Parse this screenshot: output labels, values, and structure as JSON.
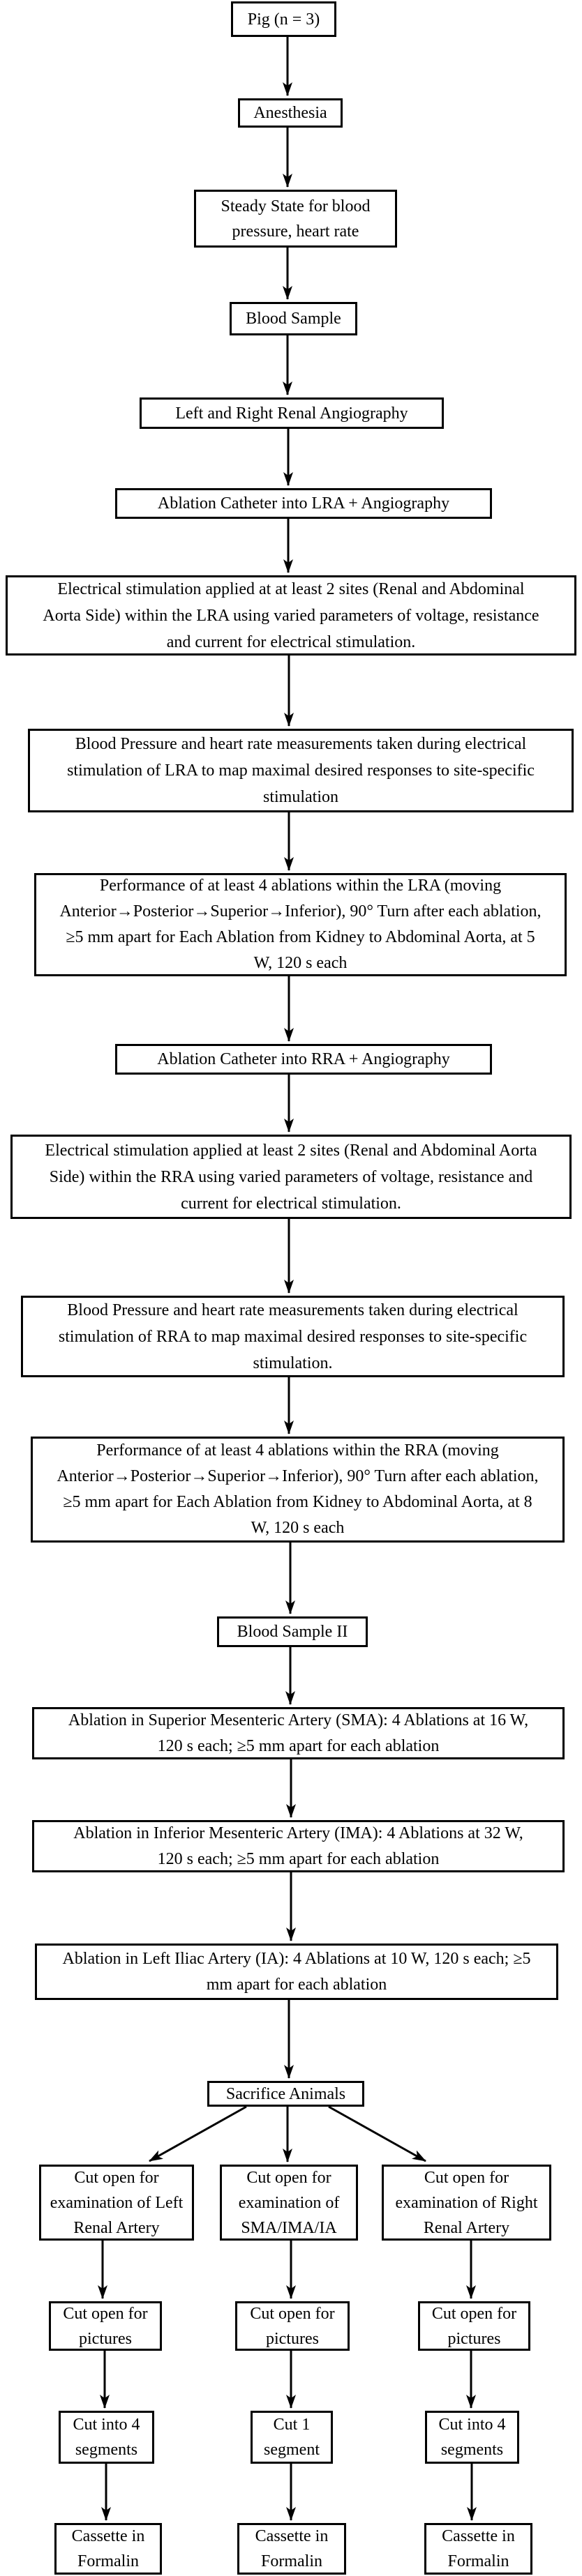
{
  "figure": {
    "type": "flowchart",
    "background_color": "#ffffff",
    "line_color": "#000000",
    "box_fill": "#ffffff"
  },
  "nodes": {
    "pig": "Pig (n = 3)",
    "anesthesia": "Anesthesia",
    "steady_state": "Steady State for blood pressure, heart rate",
    "blood_sample": "Blood Sample",
    "lr_renal_angiography": "Left and Right Renal Angiography",
    "catheter_lra": "Ablation Catheter into LRA + Angiography",
    "estim_lra": "Electrical stimulation applied at at least 2 sites (Renal and Abdominal Aorta Side) within the LRA using varied parameters of voltage, resistance and current for electrical stimulation.",
    "bp_lra": "Blood Pressure and heart rate measurements taken during electrical stimulation of LRA to map maximal desired responses to site-specific stimulation",
    "perf_lra": "Performance of at least 4 ablations within the LRA (moving Anterior→Posterior→Superior→Inferior), 90° Turn after each ablation, ≥5 mm apart for Each Ablation from Kidney to Abdominal Aorta, at 5 W, 120 s each",
    "catheter_rra": "Ablation Catheter into RRA + Angiography",
    "estim_rra": "Electrical stimulation applied at least 2 sites (Renal and Abdominal Aorta Side) within the RRA using varied parameters of voltage, resistance and current for electrical stimulation.",
    "bp_rra": "Blood Pressure and heart rate measurements taken during electrical stimulation of RRA to map maximal desired responses to site-specific stimulation.",
    "perf_rra": "Performance of at least 4 ablations within the RRA (moving Anterior→Posterior→Superior→Inferior), 90° Turn after each ablation, ≥5 mm apart for Each Ablation from Kidney to Abdominal Aorta, at 8 W, 120 s each",
    "blood_sample_2": "Blood Sample II",
    "sma": "Ablation in Superior Mesenteric Artery (SMA): 4 Ablations at 16 W, 120 s each; ≥5 mm apart for each ablation",
    "ima": "Ablation in Inferior Mesenteric Artery (IMA): 4 Ablations at 32 W, 120 s each; ≥5 mm apart for each ablation",
    "iliac": "Ablation in Left Iliac Artery (IA): 4 Ablations at 10 W, 120 s each; ≥5 mm apart for each ablation",
    "sacrifice": "Sacrifice Animals",
    "exam_left": "Cut open for examination of Left Renal Artery",
    "exam_mid": "Cut open for examination of SMA/IMA/IA",
    "exam_right": "Cut open for examination of Right Renal Artery",
    "pictures_left": "Cut open for pictures",
    "pictures_mid": "Cut open for pictures",
    "pictures_right": "Cut open for pictures",
    "segments_left": "Cut into 4 segments",
    "segments_mid": "Cut 1 segment",
    "segments_right": "Cut into 4 segments",
    "formalin_left": "Cassette in Formalin",
    "formalin_mid": "Cassette in Formalin",
    "formalin_right": "Cassette in Formalin"
  },
  "edges": [
    {
      "from": "pig",
      "to": "anesthesia"
    },
    {
      "from": "anesthesia",
      "to": "steady_state"
    },
    {
      "from": "steady_state",
      "to": "blood_sample"
    },
    {
      "from": "blood_sample",
      "to": "lr_renal_angiography"
    },
    {
      "from": "lr_renal_angiography",
      "to": "catheter_lra"
    },
    {
      "from": "catheter_lra",
      "to": "estim_lra"
    },
    {
      "from": "estim_lra",
      "to": "bp_lra"
    },
    {
      "from": "bp_lra",
      "to": "perf_lra"
    },
    {
      "from": "perf_lra",
      "to": "catheter_rra"
    },
    {
      "from": "catheter_rra",
      "to": "estim_rra"
    },
    {
      "from": "estim_rra",
      "to": "bp_rra"
    },
    {
      "from": "bp_rra",
      "to": "perf_rra"
    },
    {
      "from": "perf_rra",
      "to": "blood_sample_2"
    },
    {
      "from": "blood_sample_2",
      "to": "sma"
    },
    {
      "from": "sma",
      "to": "ima"
    },
    {
      "from": "ima",
      "to": "iliac"
    },
    {
      "from": "iliac",
      "to": "sacrifice"
    },
    {
      "from": "sacrifice",
      "to": "exam_left"
    },
    {
      "from": "sacrifice",
      "to": "exam_mid"
    },
    {
      "from": "sacrifice",
      "to": "exam_right"
    },
    {
      "from": "exam_left",
      "to": "pictures_left"
    },
    {
      "from": "exam_mid",
      "to": "pictures_mid"
    },
    {
      "from": "exam_right",
      "to": "pictures_right"
    },
    {
      "from": "pictures_left",
      "to": "segments_left"
    },
    {
      "from": "pictures_mid",
      "to": "segments_mid"
    },
    {
      "from": "pictures_right",
      "to": "segments_right"
    },
    {
      "from": "segments_left",
      "to": "formalin_left"
    },
    {
      "from": "segments_mid",
      "to": "formalin_mid"
    },
    {
      "from": "segments_right",
      "to": "formalin_right"
    }
  ]
}
